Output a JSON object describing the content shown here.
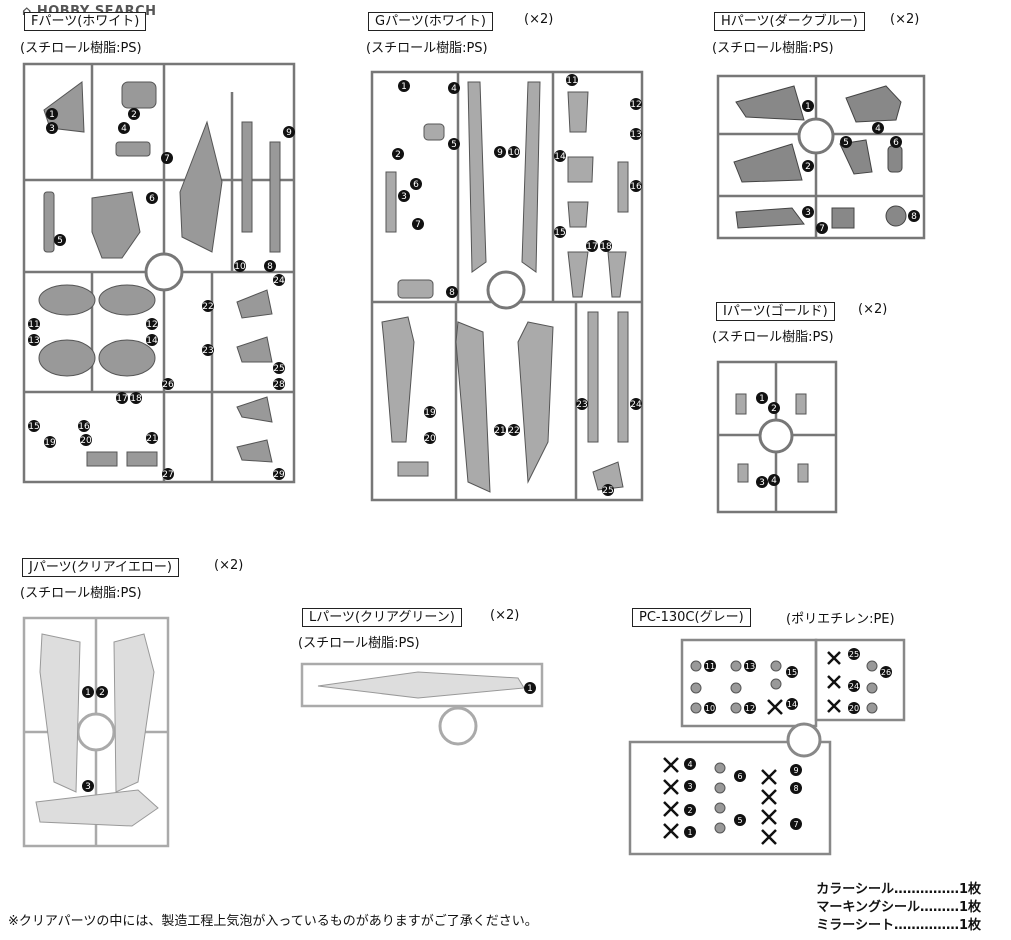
{
  "watermark": "HOBBY SEARCH",
  "sections": {
    "F": {
      "title": "Fパーツ(ホワイト)",
      "qty": "",
      "material": "(スチロール樹脂:PS)",
      "labels": [
        "1",
        "2",
        "3",
        "4",
        "5",
        "6",
        "7",
        "8",
        "9",
        "10",
        "11",
        "12",
        "13",
        "14",
        "15",
        "16",
        "17",
        "18",
        "19",
        "20",
        "21",
        "22",
        "23",
        "24",
        "25",
        "26",
        "27",
        "28",
        "29"
      ]
    },
    "G": {
      "title": "Gパーツ(ホワイト)",
      "qty": "(×2)",
      "material": "(スチロール樹脂:PS)",
      "labels": [
        "1",
        "2",
        "3",
        "4",
        "5",
        "6",
        "7",
        "8",
        "9",
        "10",
        "11",
        "12",
        "13",
        "14",
        "15",
        "16",
        "17",
        "18",
        "19",
        "20",
        "21",
        "22",
        "23",
        "24",
        "25"
      ]
    },
    "H": {
      "title": "Hパーツ(ダークブルー)",
      "qty": "(×2)",
      "material": "(スチロール樹脂:PS)",
      "labels": [
        "1",
        "2",
        "3",
        "4",
        "5",
        "6",
        "7",
        "8"
      ]
    },
    "I": {
      "title": "Iパーツ(ゴールド)",
      "qty": "(×2)",
      "material": "(スチロール樹脂:PS)",
      "labels": [
        "1",
        "2",
        "3",
        "4"
      ]
    },
    "J": {
      "title": "Jパーツ(クリアイエロー)",
      "qty": "(×2)",
      "material": "(スチロール樹脂:PS)",
      "labels": [
        "1",
        "2",
        "3"
      ]
    },
    "L": {
      "title": "Lパーツ(クリアグリーン)",
      "qty": "(×2)",
      "material": "(スチロール樹脂:PS)",
      "labels": [
        "1"
      ]
    },
    "PC": {
      "title": "PC-130C(グレー)",
      "qty": "",
      "material": "(ポリエチレン:PE)",
      "labels": [
        "1",
        "2",
        "3",
        "4",
        "5",
        "6",
        "7",
        "8",
        "9",
        "10",
        "11",
        "12",
        "13",
        "14",
        "15",
        "20",
        "24",
        "25",
        "26"
      ]
    }
  },
  "stickers": [
    {
      "name": "カラーシール",
      "dots": "……………",
      "count": "1枚"
    },
    {
      "name": "マーキングシール",
      "dots": "………",
      "count": "1枚"
    },
    {
      "name": "ミラーシート",
      "dots": "……………",
      "count": "1枚"
    }
  ],
  "note": "※クリアパーツの中には、製造工程上気泡が入っているものがありますがご了承ください。"
}
